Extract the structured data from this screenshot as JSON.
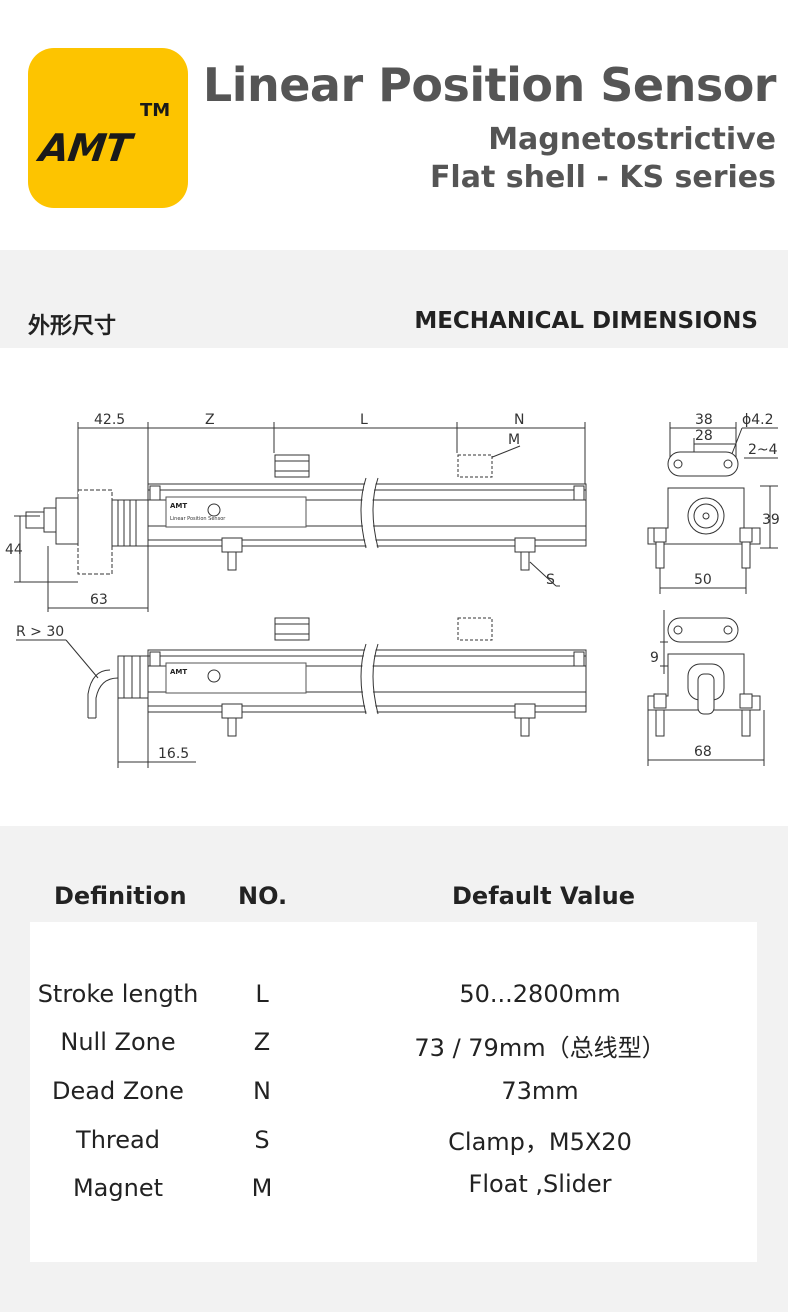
{
  "brand": {
    "logo_text": "AMT",
    "trademark": "TM",
    "color": "#fdc400"
  },
  "header": {
    "title": "Linear Position Sensor",
    "subtitle1": "Magnetostrictive",
    "subtitle2": "Flat shell - KS series"
  },
  "section": {
    "title_cn": "外形尺寸",
    "title_en": "MECHANICAL DIMENSIONS"
  },
  "drawing": {
    "dims_top": {
      "left_width": "42.5",
      "null_zone": "Z",
      "stroke": "L",
      "dead_zone": "N",
      "magnet": "M",
      "height": "44",
      "length_63": "63",
      "thread": "S"
    },
    "dims_bottom": {
      "radius": "R > 30",
      "offset": "16.5"
    },
    "dims_side_top": {
      "w38": "38",
      "w28": "28",
      "hole": "ϕ4.2",
      "h2_4": "2~4",
      "h39": "39",
      "w50": "50"
    },
    "dims_side_bottom": {
      "h9": "9",
      "w68": "68"
    },
    "label_text": "Linear Position Sensor"
  },
  "table": {
    "headers": {
      "definition": "Definition",
      "no": "NO.",
      "default": "Default Value"
    },
    "rows": [
      {
        "definition": "Stroke length",
        "no": "L",
        "value": "50...2800mm"
      },
      {
        "definition": "Null Zone",
        "no": "Z",
        "value": "73 / 79mm（总线型）"
      },
      {
        "definition": "Dead Zone",
        "no": "N",
        "value": "73mm"
      },
      {
        "definition": "Thread",
        "no": "S",
        "value": "Clamp，M5X20"
      },
      {
        "definition": "Magnet",
        "no": "M",
        "value": "Float  ,Slider"
      }
    ]
  }
}
